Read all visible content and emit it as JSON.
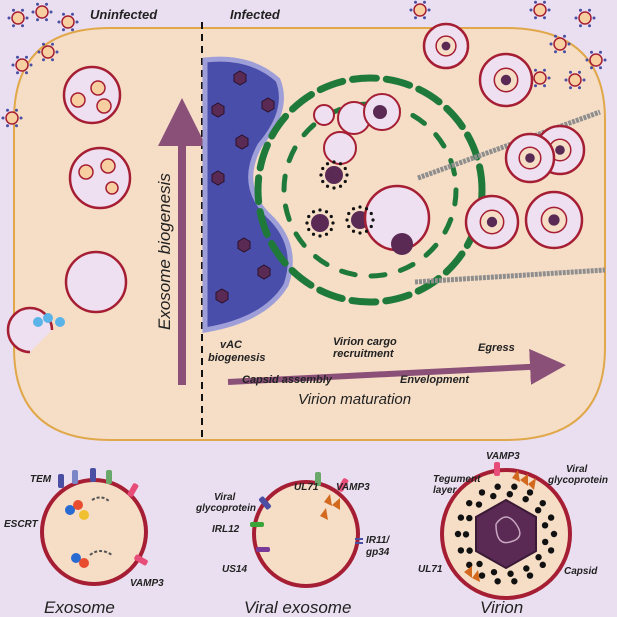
{
  "colors": {
    "background": "#eadff0",
    "cell_fill": "#f5ddc6",
    "cell_border": "#e0a84a",
    "membrane": "#a61e34",
    "vac": "#4a4eab",
    "vac_light": "#9e9fd8",
    "golgi": "#1f7a3a",
    "capsid": "#5a2a55",
    "tegument": "#111111",
    "arrow": "#8a5078",
    "microtubule": "#8e8e8e",
    "glycoprotein": "#4b4fa3",
    "vamp3": "#e84d7a",
    "ul71": "#d2691e",
    "irl12": "#3aa63a",
    "us14": "#7a3a9a",
    "escrt": "#2a6bd1"
  },
  "headers": {
    "uninfected": "Uninfected",
    "infected": "Infected"
  },
  "process_labels": {
    "exosome_biogenesis": "Exosome biogenesis",
    "vac_biogenesis_line1": "vAC",
    "vac_biogenesis_line2": "biogenesis",
    "virion_cargo_line1": "Virion cargo",
    "virion_cargo_line2": "recruitment",
    "capsid_assembly": "Capsid assembly",
    "envelopment": "Envelopment",
    "egress": "Egress",
    "virion_maturation": "Virion maturation"
  },
  "legend": {
    "exosome": {
      "title": "Exosome",
      "tem": "TEM",
      "escrt": "ESCRT",
      "vamp3": "VAMP3"
    },
    "viral_exosome": {
      "title": "Viral exosome",
      "ul71": "UL71",
      "vamp3": "VAMP3",
      "viral_gp_line1": "Viral",
      "viral_gp_line2": "glycoprotein",
      "irl12": "IRL12",
      "ir11_line1": "IR11/",
      "ir11_line2": "gp34",
      "us14": "US14"
    },
    "virion": {
      "title": "Virion",
      "vamp3": "VAMP3",
      "tegument_line1": "Tegument",
      "tegument_line2": "layer",
      "viral_gp_line1": "Viral",
      "viral_gp_line2": "glycoprotein",
      "ul71": "UL71",
      "capsid": "Capsid"
    }
  }
}
